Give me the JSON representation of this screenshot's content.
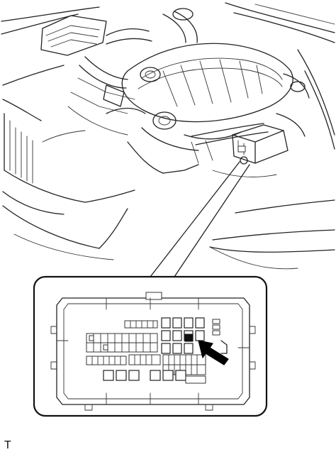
{
  "figure": {
    "callout_letter": "T"
  },
  "colors": {
    "line": "#222222",
    "background": "#ffffff",
    "highlight": "#000000"
  },
  "parts": [
    {
      "name": "engine-compartment",
      "icon": "engine-outline"
    },
    {
      "name": "fuse-relay-block",
      "icon": "fuse-box-outline"
    },
    {
      "name": "target-relay",
      "icon": "relay-highlighted"
    },
    {
      "name": "pointer",
      "icon": "arrow-icon"
    }
  ]
}
